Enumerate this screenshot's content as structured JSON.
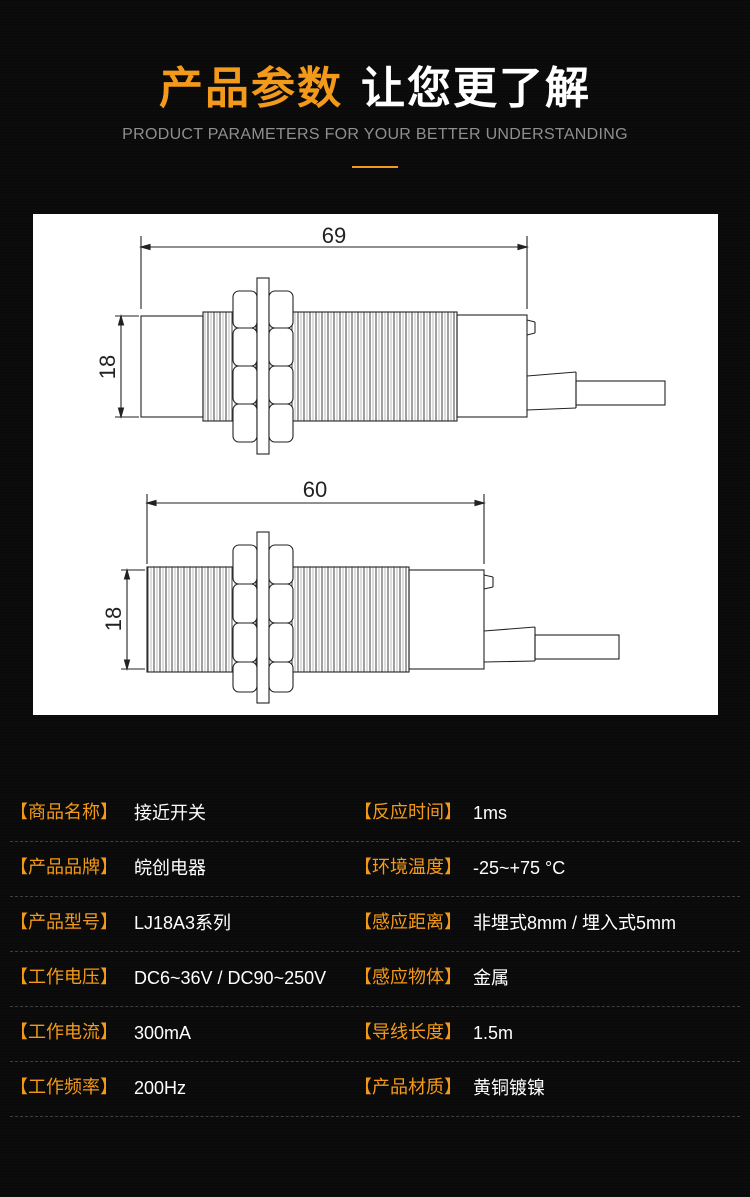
{
  "header": {
    "title_main": "产品参数",
    "title_rest": "让您更了解",
    "subtitle": "PRODUCT PARAMETERS FOR YOUR BETTER UNDERSTANDING"
  },
  "drawing": {
    "top_length": "69",
    "top_diameter": "18",
    "bottom_length": "60",
    "bottom_diameter": "18"
  },
  "params": [
    {
      "label": "【商品名称】",
      "value": "接近开关",
      "label2": "【反应时间】",
      "value2": "1ms"
    },
    {
      "label": "【产品品牌】",
      "value": "皖创电器",
      "label2": "【环境温度】",
      "value2": "-25~+75 °C"
    },
    {
      "label": "【产品型号】",
      "value": "LJ18A3系列",
      "label2": "【感应距离】",
      "value2": "非埋式8mm / 埋入式5mm"
    },
    {
      "label": "【工作电压】",
      "value": "DC6~36V / DC90~250V",
      "label2": "【感应物体】",
      "value2": "金属"
    },
    {
      "label": "【工作电流】",
      "value": "300mA",
      "label2": "【导线长度】",
      "value2": "1.5m"
    },
    {
      "label": "【工作频率】",
      "value": "200Hz",
      "label2": "【产品材质】",
      "value2": "黄铜镀镍"
    }
  ],
  "colors": {
    "accent": "#f49a1a",
    "background": "#0b0a0a",
    "text": "#ffffff",
    "subtitle": "#8f8f8f"
  }
}
